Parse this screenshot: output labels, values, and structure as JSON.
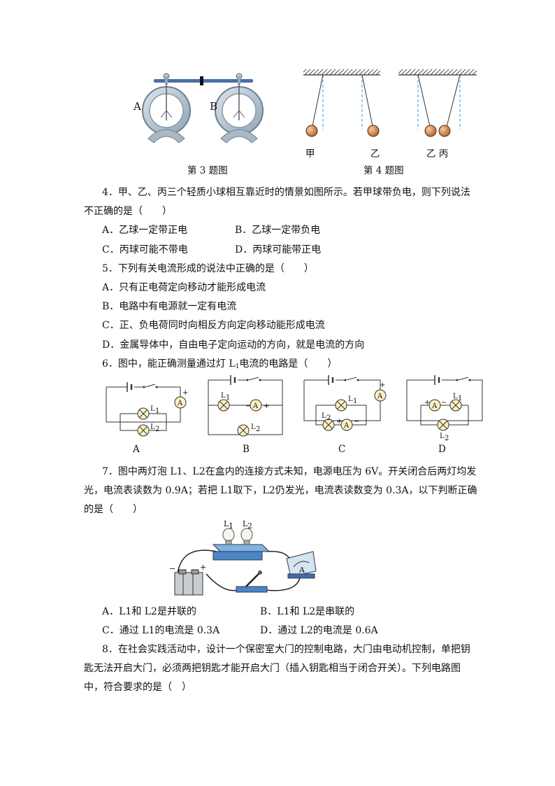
{
  "figures": {
    "fig3_caption": "第 3 题图",
    "fig4_caption": "第 4 题图",
    "fig3_label_a": "A",
    "fig3_label_b": "B",
    "fig4_label_jia": "甲",
    "fig4_label_yi": "乙",
    "fig4_label_yibing": "乙 丙"
  },
  "q4": {
    "stem_line1": "4．甲、乙、丙三个轻质小球相互靠近时的情景如图所示。若甲球带负电，则下列说法",
    "stem_line2": "不正确的是（　　）",
    "option_a": "A．乙球一定带正电",
    "option_b": "B．乙球一定带负电",
    "option_c": "C．丙球可能不带电",
    "option_d": "D．丙球可能带正电"
  },
  "q5": {
    "stem": "5．下列有关电流形成的说法中正确的是（　　）",
    "option_a": "A．只有正电荷定向移动才能形成电流",
    "option_b": "B．电路中有电源就一定有电流",
    "option_c": "C．正、负电荷同时向相反方向定向移动能形成电流",
    "option_d": "D．金属导体中，自由电子定向运动的方向，就是电流的方向"
  },
  "q6": {
    "stem_pre": "6．图中，能正确测量通过灯 L",
    "stem_sub": "1",
    "stem_post": "电流的电路是（　　）",
    "circuit_labels": [
      "A",
      "B",
      "C",
      "D"
    ],
    "ammeter": "A",
    "lamp1": "L1",
    "lamp2": "L2",
    "plus": "+",
    "minus": "−"
  },
  "q7": {
    "line1": "7．图中两灯泡 L1、L2在盒内的连接方式未知，电源电压为 6V。开关闭合后两灯均发",
    "line2": "光，电流表读数为 0.9A；若把 L1取下，L2仍发光，电流表读数变为 0.3A，以下判断正确",
    "line3": "的是（　　）",
    "bulb1": "L1",
    "bulb2": "L2",
    "meter_letter": "A",
    "battery_minus": "−",
    "battery_plus": "+",
    "option_a": "A．L1和 L2是并联的",
    "option_b": "B．L1和 L2是串联的",
    "option_c": "C．通过 L1的电流是 0.3A",
    "option_d": "D．通过 L2的电流是 0.6A"
  },
  "q8": {
    "line1": "8．在社会实践活动中，设计一个保密室大门的控制电路，大门由电动机控制，单把钥",
    "line2": "匙无法开启大门，必须两把钥匙才能开启大门（插入钥匙相当于闭合开关）。下列电路图",
    "line3": "中，符合要求的是（　）"
  }
}
